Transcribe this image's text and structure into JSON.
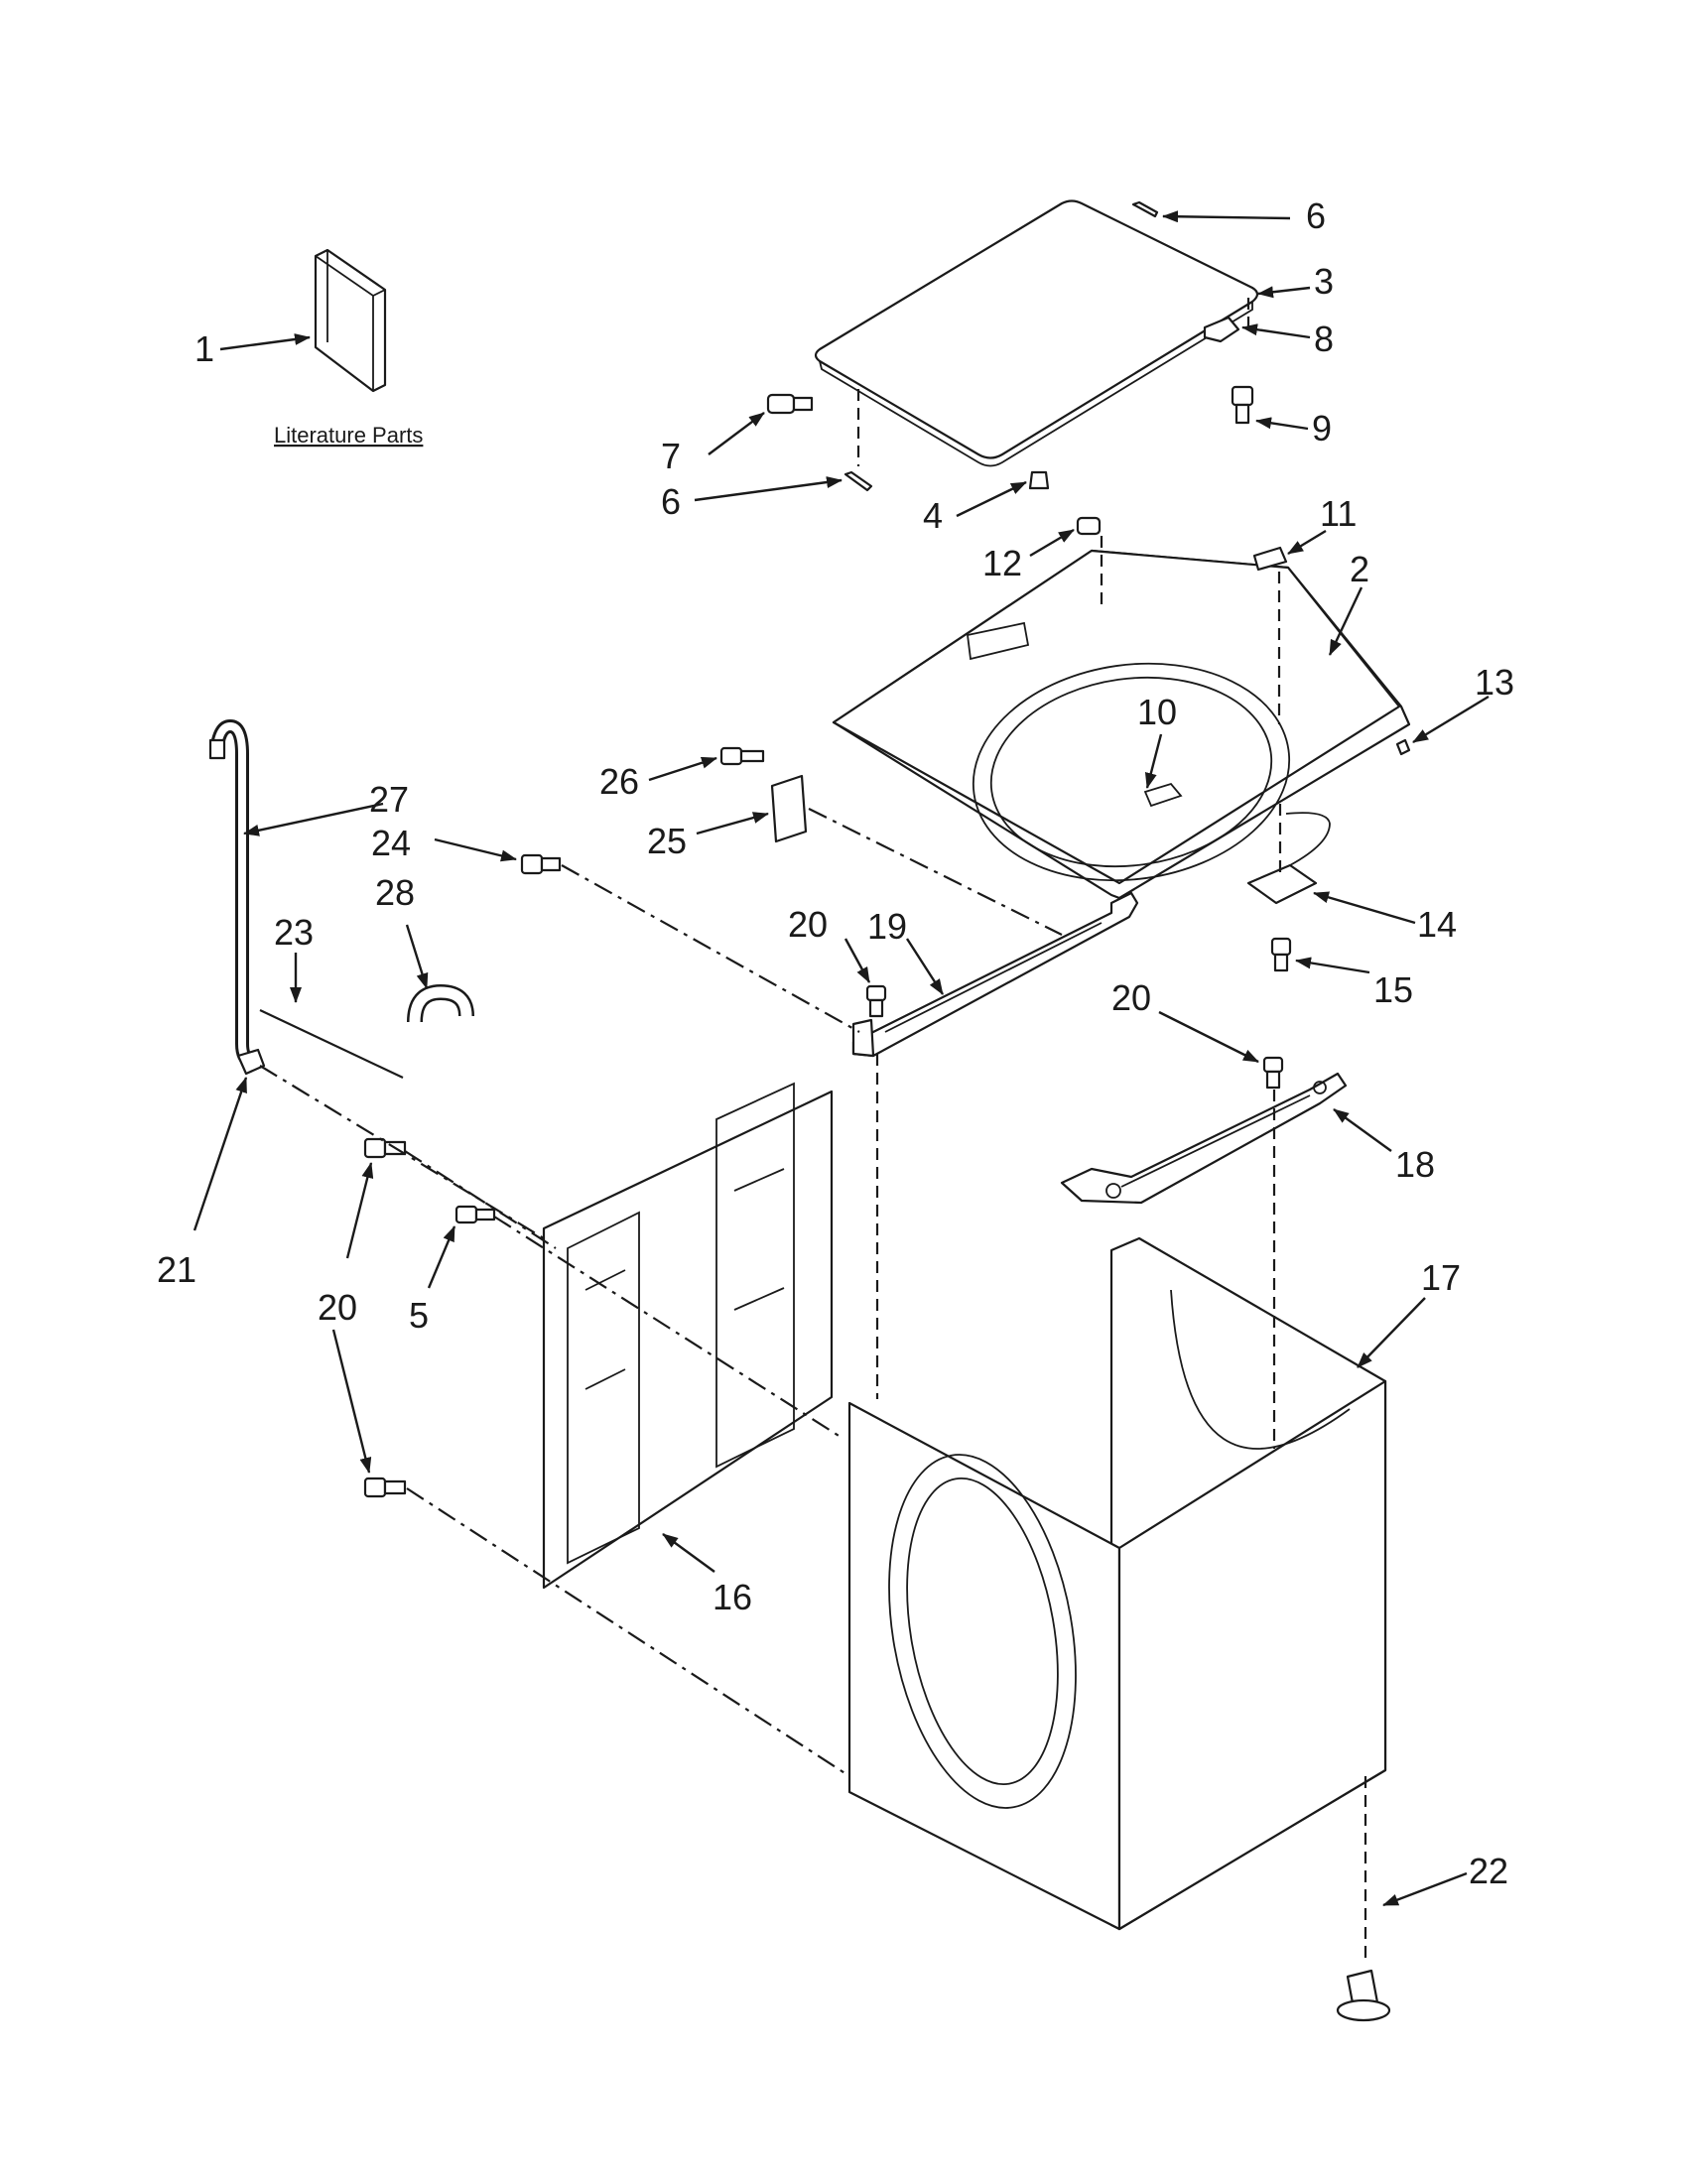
{
  "literature_label": "Literature Parts",
  "callouts": [
    {
      "id": "c1",
      "text": "1"
    },
    {
      "id": "c6a",
      "text": "6"
    },
    {
      "id": "c3",
      "text": "3"
    },
    {
      "id": "c8",
      "text": "8"
    },
    {
      "id": "c9",
      "text": "9"
    },
    {
      "id": "c7",
      "text": "7"
    },
    {
      "id": "c6b",
      "text": "6"
    },
    {
      "id": "c4",
      "text": "4"
    },
    {
      "id": "c12",
      "text": "12"
    },
    {
      "id": "c11",
      "text": "11"
    },
    {
      "id": "c2",
      "text": "2"
    },
    {
      "id": "c13",
      "text": "13"
    },
    {
      "id": "c10",
      "text": "10"
    },
    {
      "id": "c26",
      "text": "26"
    },
    {
      "id": "c25",
      "text": "25"
    },
    {
      "id": "c27",
      "text": "27"
    },
    {
      "id": "c24",
      "text": "24"
    },
    {
      "id": "c28",
      "text": "28"
    },
    {
      "id": "c23",
      "text": "23"
    },
    {
      "id": "c20a",
      "text": "20"
    },
    {
      "id": "c19",
      "text": "19"
    },
    {
      "id": "c14",
      "text": "14"
    },
    {
      "id": "c15",
      "text": "15"
    },
    {
      "id": "c20b",
      "text": "20"
    },
    {
      "id": "c18",
      "text": "18"
    },
    {
      "id": "c21",
      "text": "21"
    },
    {
      "id": "c20c",
      "text": "20"
    },
    {
      "id": "c5",
      "text": "5"
    },
    {
      "id": "c17",
      "text": "17"
    },
    {
      "id": "c16",
      "text": "16"
    },
    {
      "id": "c22",
      "text": "22"
    }
  ],
  "colors": {
    "ink": "#1a1a1a",
    "paper": "#ffffff"
  }
}
